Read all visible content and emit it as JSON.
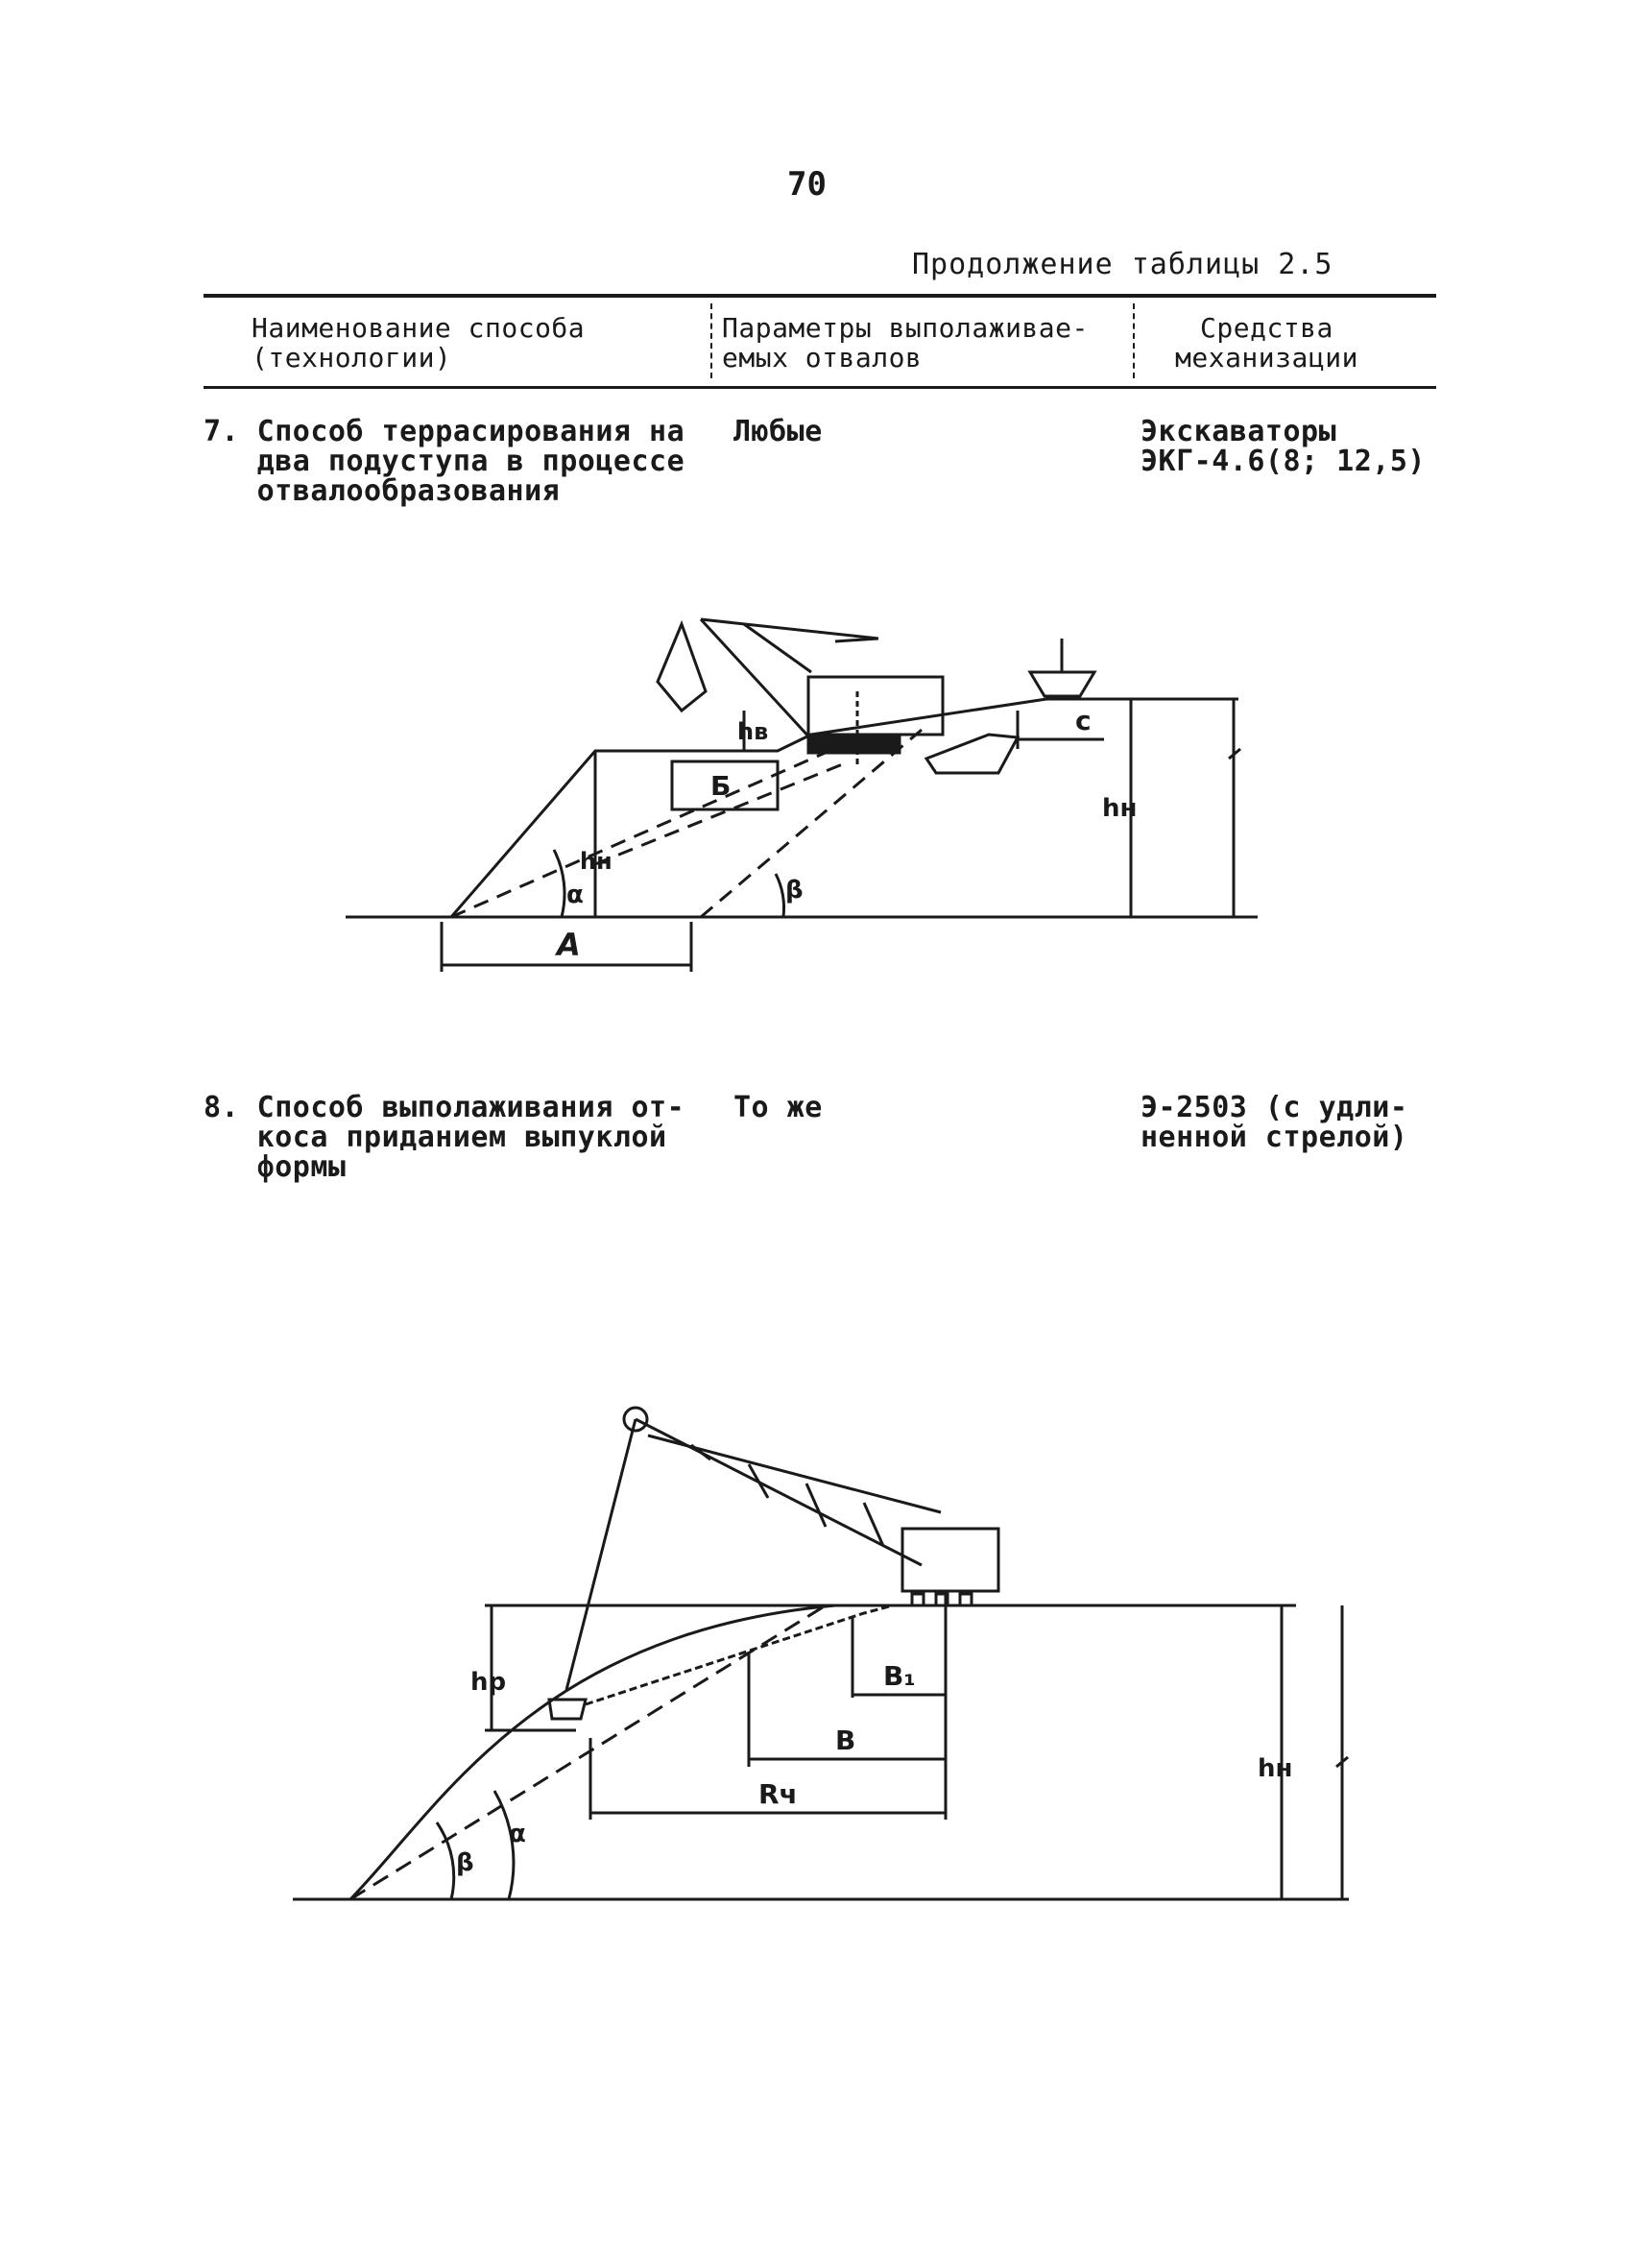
{
  "page_number": "70",
  "table_caption": "Продолжение таблицы 2.5",
  "header": {
    "col1": "Наименование способа\n(технологии)",
    "col2": "Параметры выполаживае-\nемых отвалов",
    "col3": "Средства\nмеханизации"
  },
  "rows": [
    {
      "method": "7. Способ террасирования на\n   два подуступа в процессе\n   отвалообразования",
      "params": "Любые",
      "means": "Экскаваторы\nЭКГ-4.6(8; 12,5)"
    },
    {
      "method": "8. Способ выполаживания от-\n   коса приданием выпуклой\n   формы",
      "params": "То же",
      "means": "Э-2503 (с удли-\nненной стрелой)"
    }
  ],
  "figure1": {
    "labels": {
      "h_upper": "hв",
      "B": "Б",
      "h_lower": "hн",
      "alpha": "α",
      "beta": "β",
      "A": "A",
      "c": "c",
      "h_total": "hн"
    }
  },
  "figure2": {
    "labels": {
      "h_upper": "hр",
      "B1": "В₁",
      "B": "В",
      "R": "Rч",
      "h_total": "hн",
      "beta": "β",
      "alpha": "α"
    }
  }
}
